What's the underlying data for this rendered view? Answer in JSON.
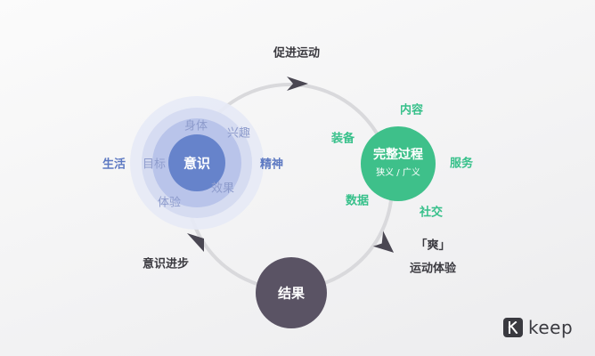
{
  "diagram": {
    "top_label": "促进运动",
    "left_label": "意识进步",
    "right_label_line1": "「爽」",
    "right_label_line2": "运动体验",
    "awareness": {
      "center": "意识",
      "ring_words": [
        "身体",
        "兴趣",
        "目标",
        "效果",
        "体验"
      ],
      "outer_left": "生活",
      "outer_right": "精神"
    },
    "process": {
      "center_line1": "完整过程",
      "center_line2": "狭义 / 广义",
      "items": [
        "内容",
        "装备",
        "服务",
        "数据",
        "社交"
      ]
    },
    "result": "结果",
    "colors": {
      "green": "#36c08a",
      "blue": "#5d79c2",
      "dark": "#565060",
      "arrow": "#4a4752"
    }
  },
  "brand": {
    "logo_text": "keep",
    "logo_icon": "keep-k-icon"
  }
}
